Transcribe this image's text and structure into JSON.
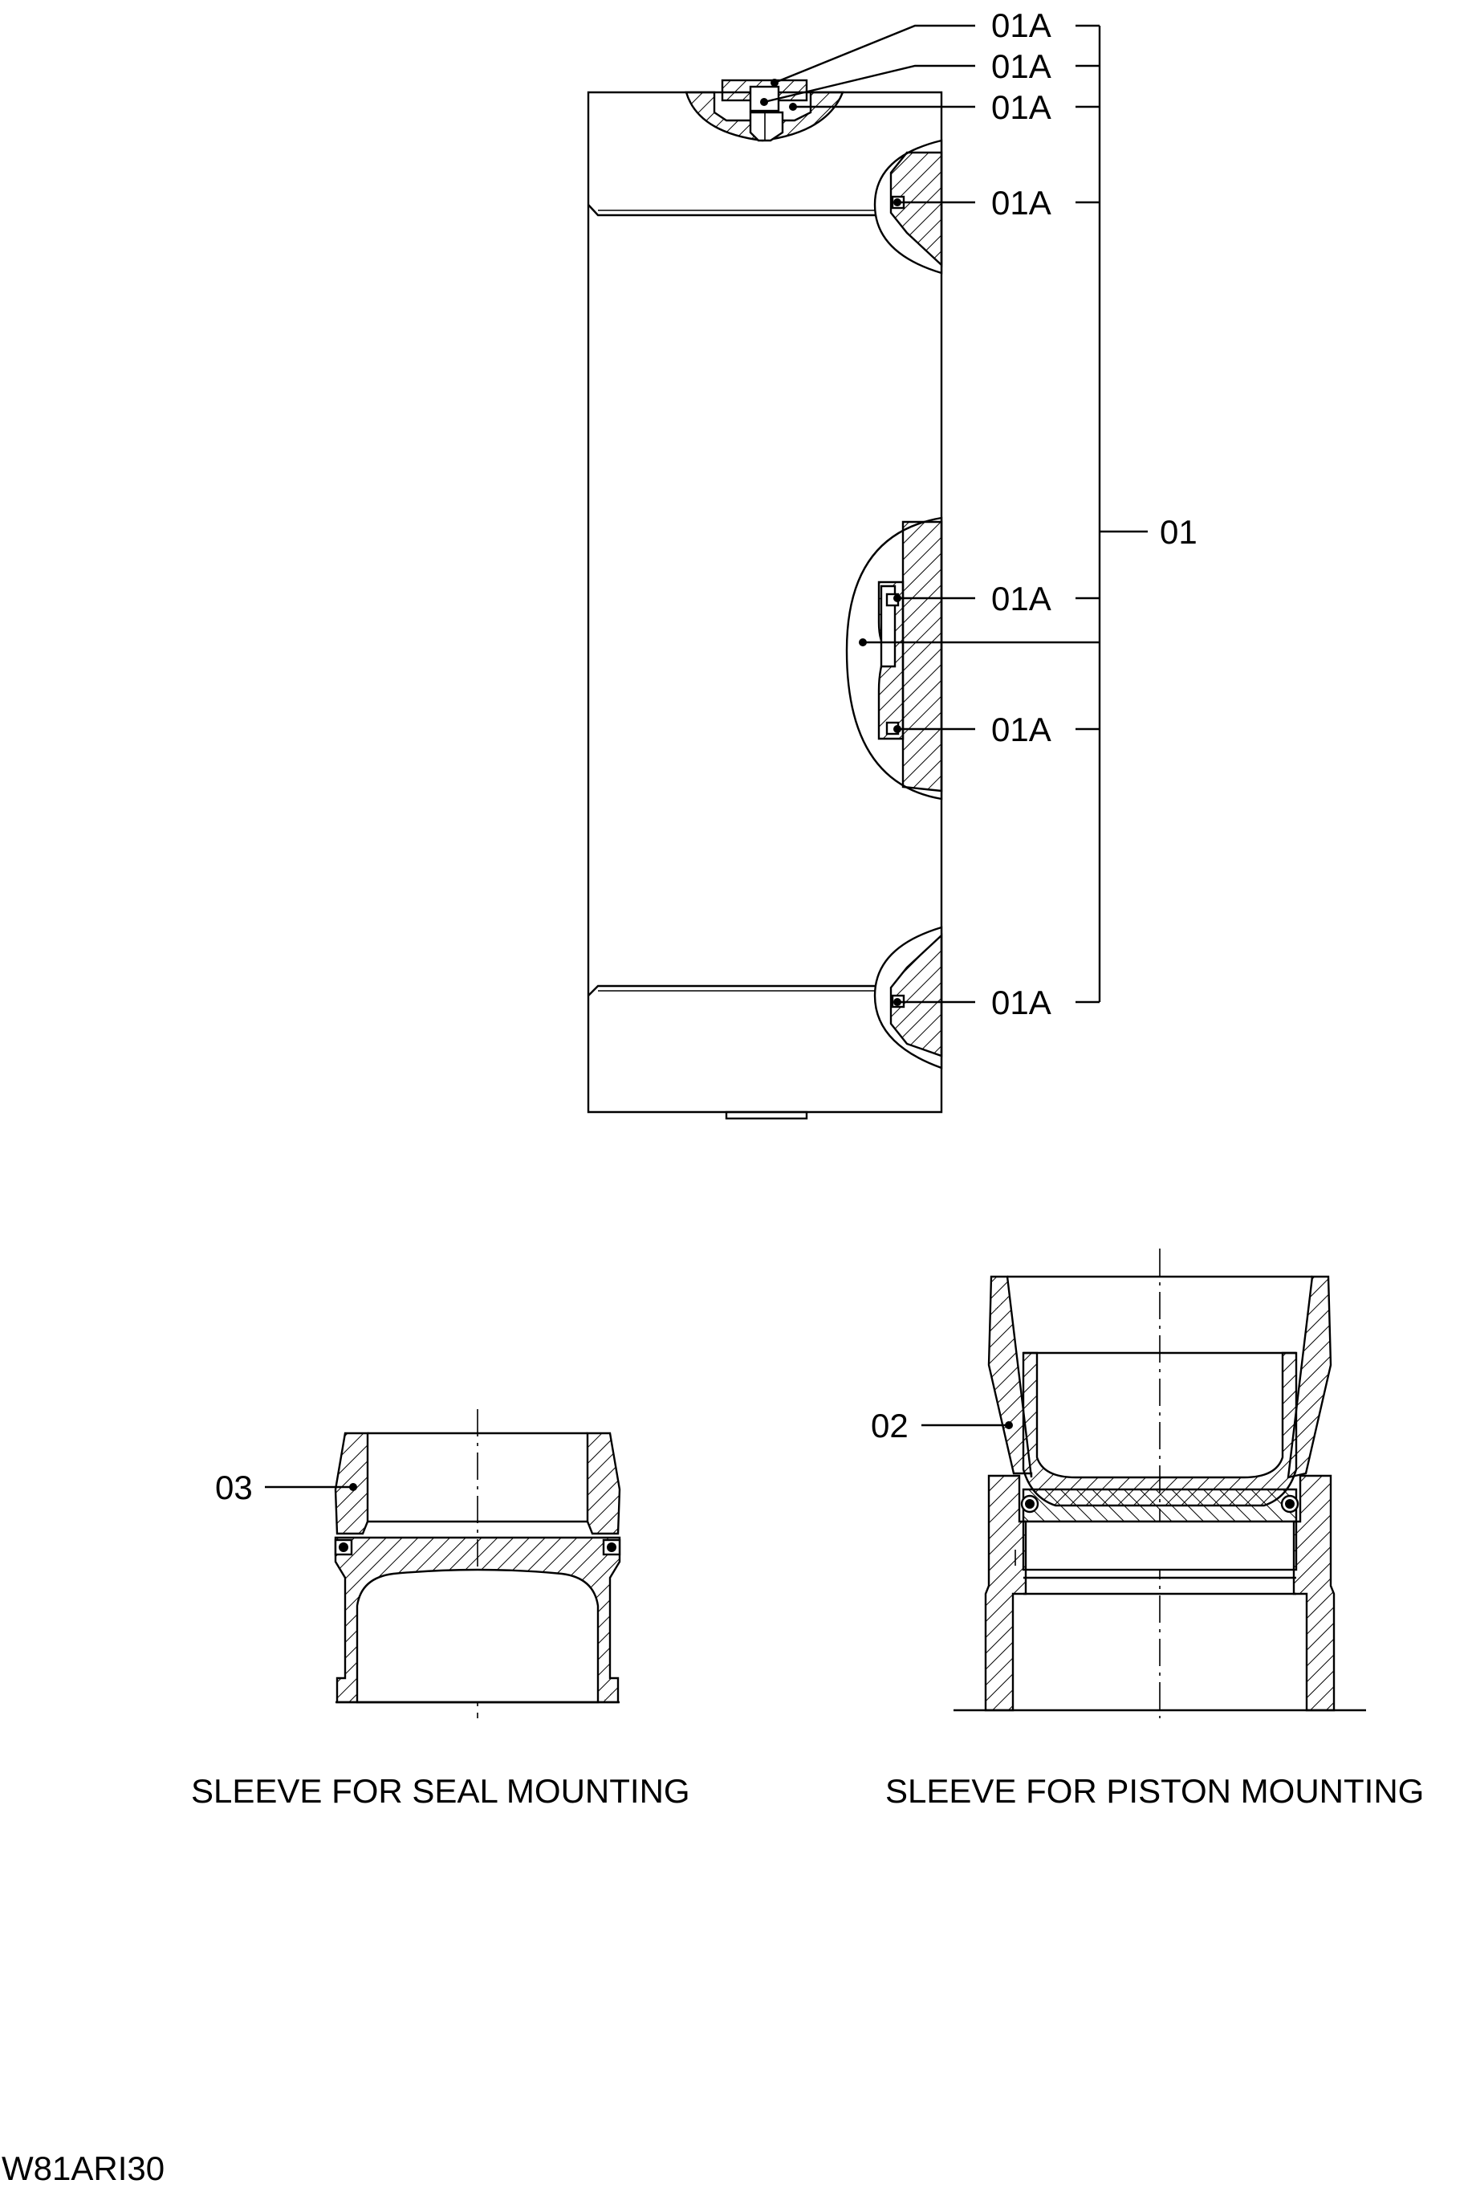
{
  "drawing_code": "W81ARI30",
  "main_assembly": {
    "part_label": "01",
    "sub_labels": [
      "01A",
      "01A",
      "01A",
      "01A",
      "01A",
      "01A",
      "01A"
    ]
  },
  "seal_sleeve": {
    "part_label": "03",
    "caption": "SLEEVE FOR SEAL MOUNTING"
  },
  "piston_sleeve": {
    "part_label": "02",
    "caption": "SLEEVE FOR PISTON MOUNTING"
  }
}
